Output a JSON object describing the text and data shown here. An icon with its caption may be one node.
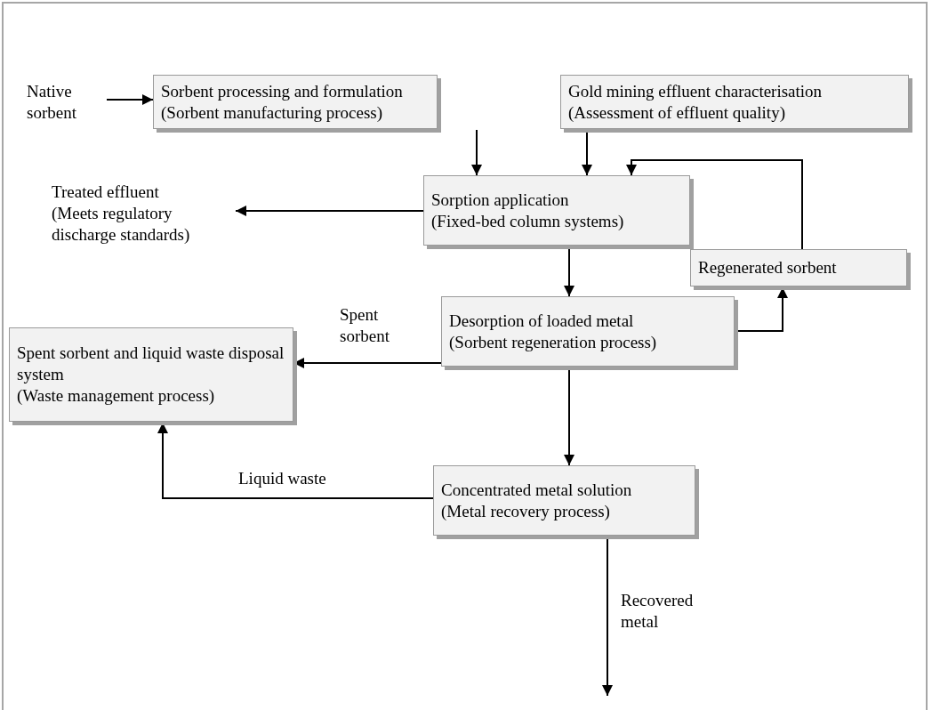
{
  "diagram": {
    "nodes": [
      {
        "text": [
          "Native sorbent"
        ]
      },
      {
        "text": [
          "Sorbent processing and formulation",
          "(Sorbent manufacturing process)"
        ]
      },
      {
        "text": [
          "Gold mining effluent characterisation",
          "(Assessment of effluent quality)"
        ]
      },
      {
        "text": [
          "Treated effluent",
          "(Meets regulatory discharge standards)"
        ]
      },
      {
        "text": [
          "Sorption application",
          "(Fixed-bed column systems)"
        ]
      },
      {
        "text": [
          "Regenerated sorbent"
        ]
      },
      {
        "text": [
          "Spent sorbent and liquid waste disposal system",
          "(Waste management process)"
        ]
      },
      {
        "text": [
          "Desorption of loaded metal",
          "(Sorbent regeneration process)"
        ]
      },
      {
        "text": [
          "Concentrated metal solution",
          "(Metal recovery process)"
        ]
      }
    ],
    "edges": [
      {
        "from": 0,
        "to": 1,
        "arrow": "to"
      },
      {
        "from": 1,
        "to": 4,
        "arrow": "to"
      },
      {
        "from": 2,
        "to": 4,
        "arrow": "to"
      },
      {
        "from": 5,
        "to": 4,
        "arrow": "to"
      },
      {
        "from": 4,
        "to": 3,
        "arrow": "to"
      },
      {
        "from": 4,
        "to": 7,
        "arrow": "to"
      },
      {
        "from": 7,
        "to": 5,
        "arrow": "to"
      },
      {
        "from": 7,
        "to": 6,
        "arrow": "to",
        "label": "Spent sorbent"
      },
      {
        "from": 7,
        "to": 8,
        "arrow": "to"
      },
      {
        "from": 8,
        "to": 6,
        "arrow": "to",
        "label": "Liquid waste"
      },
      {
        "from": 8,
        "to": null,
        "arrow": "to",
        "label": "Recovered metal"
      }
    ]
  }
}
